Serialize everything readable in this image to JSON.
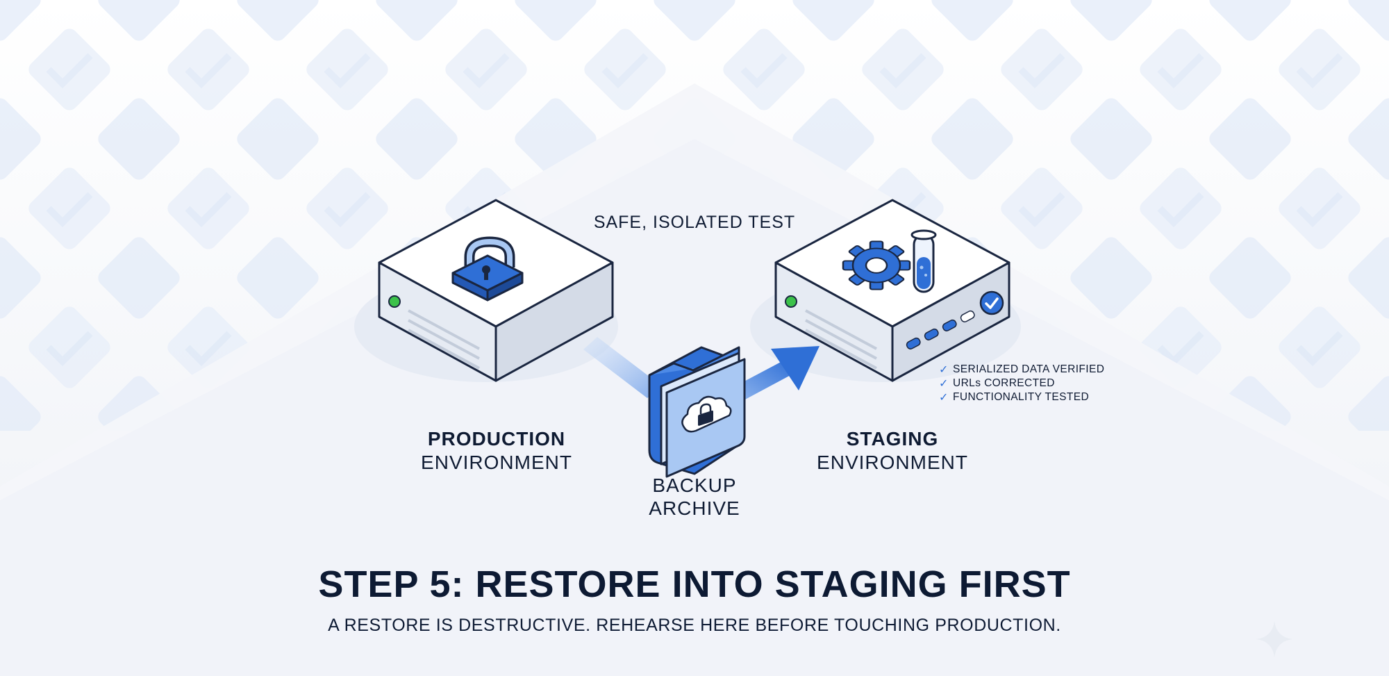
{
  "diagram": {
    "top_label": "SAFE, ISOLATED TEST",
    "production": {
      "line1": "PRODUCTION",
      "line2": "ENVIRONMENT"
    },
    "staging": {
      "line1": "STAGING",
      "line2": "ENVIRONMENT"
    },
    "backup": {
      "line1": "BACKUP",
      "line2": "ARCHIVE"
    },
    "checks": [
      "SERIALIZED DATA VERIFIED",
      "URLs CORRECTED",
      "FUNCTIONALITY TESTED"
    ]
  },
  "footer": {
    "title": "STEP 5: RESTORE INTO STAGING FIRST",
    "subtitle": "A RESTORE IS DESTRUCTIVE. REHEARSE HERE BEFORE TOUCHING PRODUCTION."
  },
  "colors": {
    "accent": "#2f6fd6",
    "light_blue": "#a9c8f3",
    "ink": "#0f1b33",
    "status_green": "#3cc24a"
  }
}
